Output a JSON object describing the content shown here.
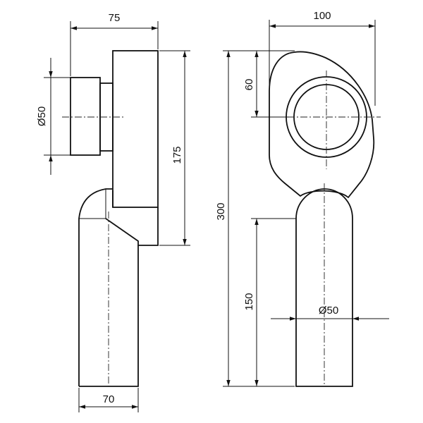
{
  "drawing": {
    "side_view": {
      "dim_top_width": "75",
      "dim_inlet_diameter": "Ø50",
      "dim_height": "175",
      "dim_bottom_width": "70"
    },
    "front_view": {
      "dim_top_width": "100",
      "dim_inlet_offset": "60",
      "dim_total_height": "300",
      "dim_outlet_length": "150",
      "dim_outlet_diameter": "Ø50"
    }
  }
}
